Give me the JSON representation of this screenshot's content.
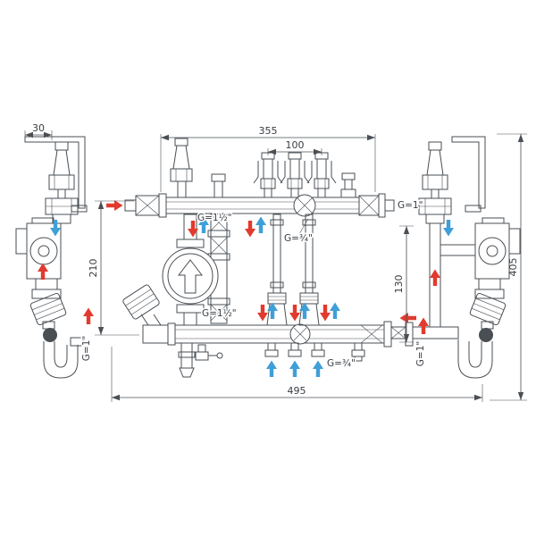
{
  "drawing": {
    "dimensions": {
      "bracket_width": "30",
      "upper_span": "355",
      "outlet_spacing": "100",
      "left_height": "210",
      "right_inner_height": "130",
      "total_height": "405",
      "total_width": "495"
    },
    "connections": {
      "upper_right": "G=1\"",
      "upper_left": "G=1½\"",
      "upper_mid": "G=¾\"",
      "lower_left": "G=1½\"",
      "lower_mid": "G=¾\"",
      "left_vertical": "G=1\"",
      "right_vertical": "G=1\""
    },
    "colors": {
      "line": "#4a4f54",
      "supply": "#e23a2e",
      "return": "#3f9fd8"
    }
  }
}
